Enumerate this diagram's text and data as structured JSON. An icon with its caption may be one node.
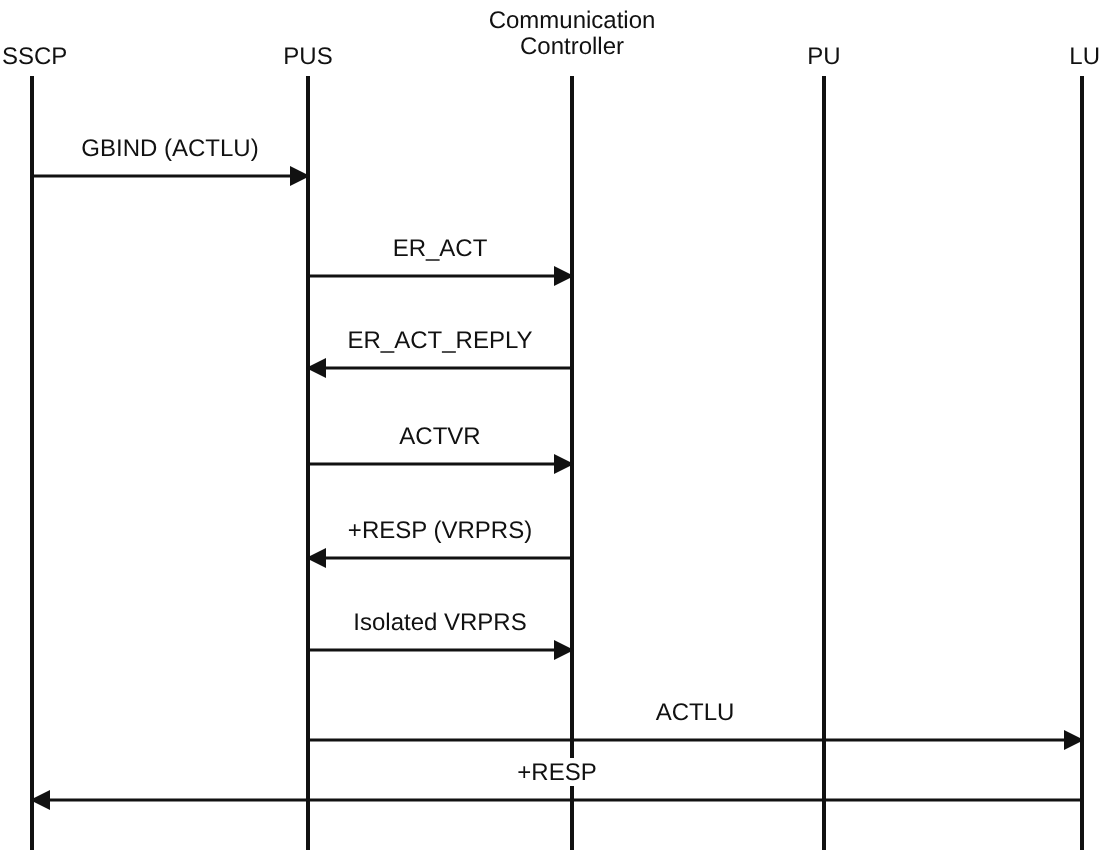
{
  "diagram": {
    "nodes": [
      {
        "text": [
          "SSCP"
        ]
      },
      {
        "text": [
          "PUS"
        ]
      },
      {
        "text": [
          "Communication Controller"
        ]
      },
      {
        "text": [
          "PU"
        ]
      },
      {
        "text": [
          "LU"
        ]
      }
    ],
    "edges": [
      {
        "from": 0,
        "to": 1,
        "arrow": "to",
        "label": "GBIND (ACTLU)"
      },
      {
        "from": 1,
        "to": 2,
        "arrow": "to",
        "label": "ER_ACT"
      },
      {
        "from": 2,
        "to": 1,
        "arrow": "to",
        "label": "ER_ACT_REPLY"
      },
      {
        "from": 1,
        "to": 2,
        "arrow": "to",
        "label": "ACTVR"
      },
      {
        "from": 2,
        "to": 1,
        "arrow": "to",
        "label": "+RESP (VRPRS)"
      },
      {
        "from": 1,
        "to": 2,
        "arrow": "to",
        "label": "Isolated VRPRS"
      },
      {
        "from": 1,
        "to": 4,
        "arrow": "to",
        "label": "ACTLU"
      },
      {
        "from": 4,
        "to": 0,
        "arrow": "to",
        "label": "+RESP"
      }
    ]
  }
}
